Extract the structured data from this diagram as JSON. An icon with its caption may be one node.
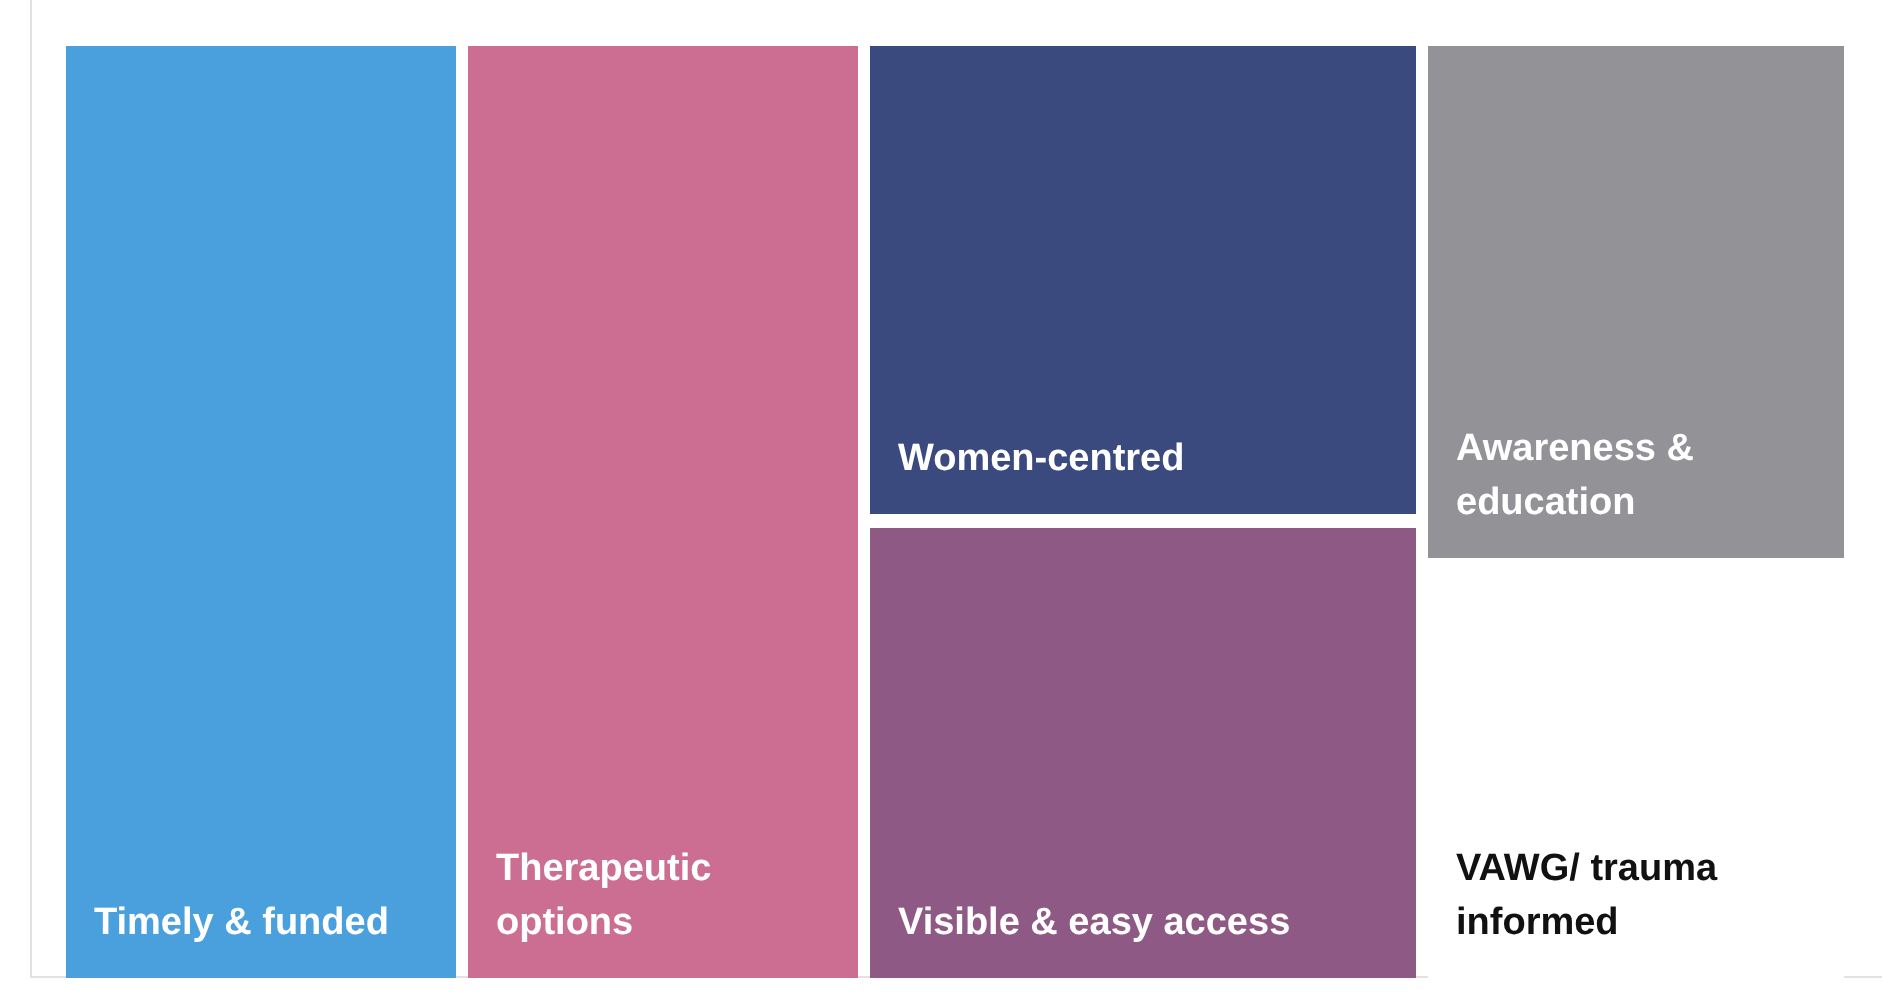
{
  "diagram": {
    "nodes": [
      {
        "text": [
          "Timely & funded"
        ]
      },
      {
        "text": [
          "Therapeutic options"
        ]
      },
      {
        "text": [
          "Women-centred"
        ]
      },
      {
        "text": [
          "Visible & easy access"
        ]
      },
      {
        "text": [
          "Awareness & education"
        ]
      },
      {
        "text": [
          "VAWG/ trauma informed"
        ]
      }
    ]
  }
}
